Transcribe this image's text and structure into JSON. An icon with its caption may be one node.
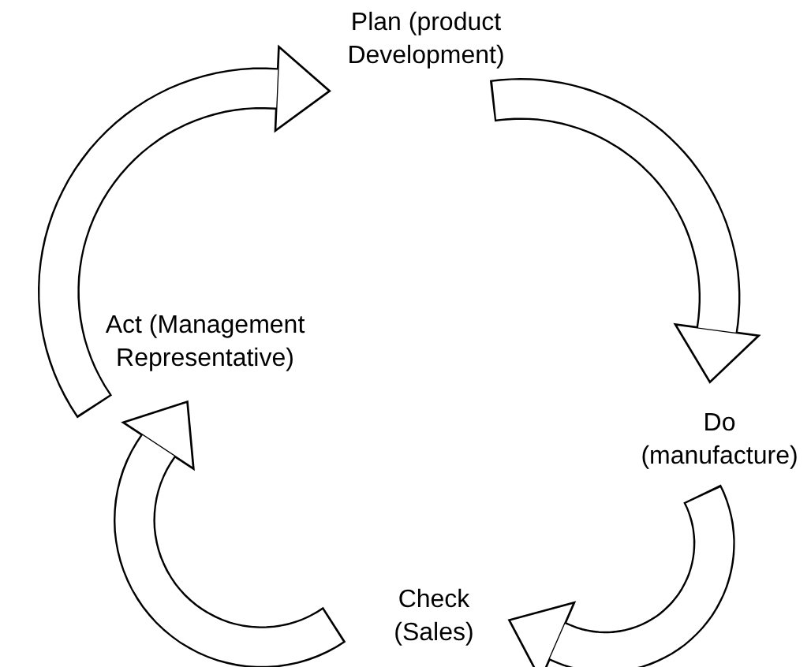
{
  "diagram": {
    "nodes": [
      {
        "text": [
          "Plan (product Development)"
        ]
      },
      {
        "text": [
          "Do (manufacture)"
        ]
      },
      {
        "text": [
          "Check (Sales)"
        ]
      },
      {
        "text": [
          "Act (Management Representative)"
        ]
      }
    ],
    "edges": [
      {
        "from": 3,
        "to": 0,
        "arrow": "to"
      },
      {
        "from": 0,
        "to": 1,
        "arrow": "to"
      },
      {
        "from": 1,
        "to": 2,
        "arrow": "to"
      },
      {
        "from": 2,
        "to": 3,
        "arrow": "to"
      }
    ]
  }
}
